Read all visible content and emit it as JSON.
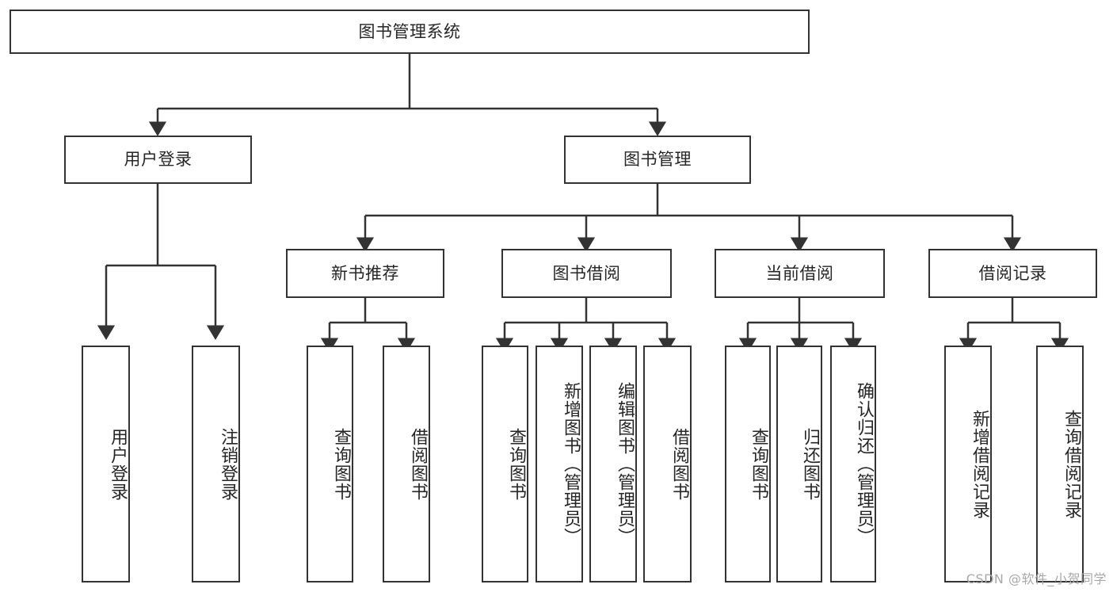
{
  "diagram": {
    "title": "图书管理系统",
    "type": "tree-hierarchy",
    "orientation": "top-down",
    "colors": {
      "stroke": "#333333",
      "fill": "#ffffff",
      "text": "#262626",
      "watermark": "#a8a8a8"
    },
    "nodes": {
      "root": {
        "label": "图书管理系统"
      },
      "level2": [
        {
          "id": "user-login",
          "label": "用户登录"
        },
        {
          "id": "book-manage",
          "label": "图书管理"
        }
      ],
      "level3": [
        {
          "id": "new-book-rec",
          "label": "新书推荐"
        },
        {
          "id": "book-borrow",
          "label": "图书借阅"
        },
        {
          "id": "current-borrow",
          "label": "当前借阅"
        },
        {
          "id": "borrow-record",
          "label": "借阅记录"
        }
      ],
      "leaves": {
        "user-login": [
          {
            "id": "leaf-user-login",
            "label": "用户登录"
          },
          {
            "id": "leaf-user-logout",
            "label": "注销登录"
          }
        ],
        "new-book-rec": [
          {
            "id": "leaf-query-book-1",
            "label": "查询图书"
          },
          {
            "id": "leaf-borrow-book-1",
            "label": "借阅图书"
          }
        ],
        "book-borrow": [
          {
            "id": "leaf-query-book-2",
            "label": "查询图书"
          },
          {
            "id": "leaf-add-book",
            "label": "新增图书（管理员）"
          },
          {
            "id": "leaf-edit-book",
            "label": "编辑图书（管理员）"
          },
          {
            "id": "leaf-borrow-book-2",
            "label": "借阅图书"
          }
        ],
        "current-borrow": [
          {
            "id": "leaf-query-book-3",
            "label": "查询图书"
          },
          {
            "id": "leaf-return-book",
            "label": "归还图书"
          },
          {
            "id": "leaf-confirm-return",
            "label": "确认归还（管理员）"
          }
        ],
        "borrow-record": [
          {
            "id": "leaf-add-record",
            "label": "新增借阅记录"
          },
          {
            "id": "leaf-query-record",
            "label": "查询借阅记录"
          }
        ]
      }
    }
  },
  "watermark": {
    "text": "CSDN @软件_小贺同学"
  }
}
